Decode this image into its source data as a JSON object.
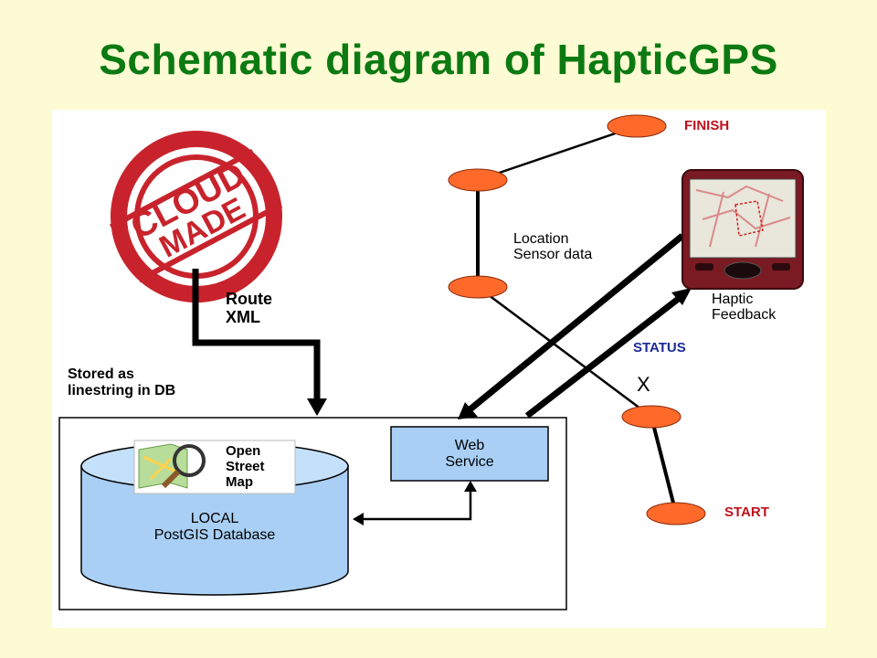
{
  "title": "Schematic diagram of HapticGPS",
  "logo": {
    "line1": "CLOUD",
    "line2": "MADE"
  },
  "route_label": {
    "line1": "Route",
    "line2": "XML"
  },
  "stored_label": {
    "line1": "Stored as",
    "line2": "linestring in DB"
  },
  "osm_label": {
    "line1": "Open",
    "line2": "Street",
    "line3": "Map"
  },
  "database_label": {
    "line1": "LOCAL",
    "line2": "PostGIS Database"
  },
  "webservice_label": {
    "line1": "Web",
    "line2": "Service"
  },
  "location_label": {
    "line1": "Location",
    "line2": "Sensor data"
  },
  "haptic_label": {
    "line1": "Haptic",
    "line2": "Feedback"
  },
  "finish_label": "FINISH",
  "status_label": "STATUS",
  "start_label": "START",
  "x_marker": "X",
  "colors": {
    "title": "#0b7a12",
    "background": "#fdfbd3",
    "node": "#ff6a2a",
    "marker_label": "#c0101b",
    "status_label": "#1a2a9a",
    "database_fill": "#a9cff5",
    "webservice_fill": "#a9cff5",
    "logo_red": "#c8232c"
  }
}
